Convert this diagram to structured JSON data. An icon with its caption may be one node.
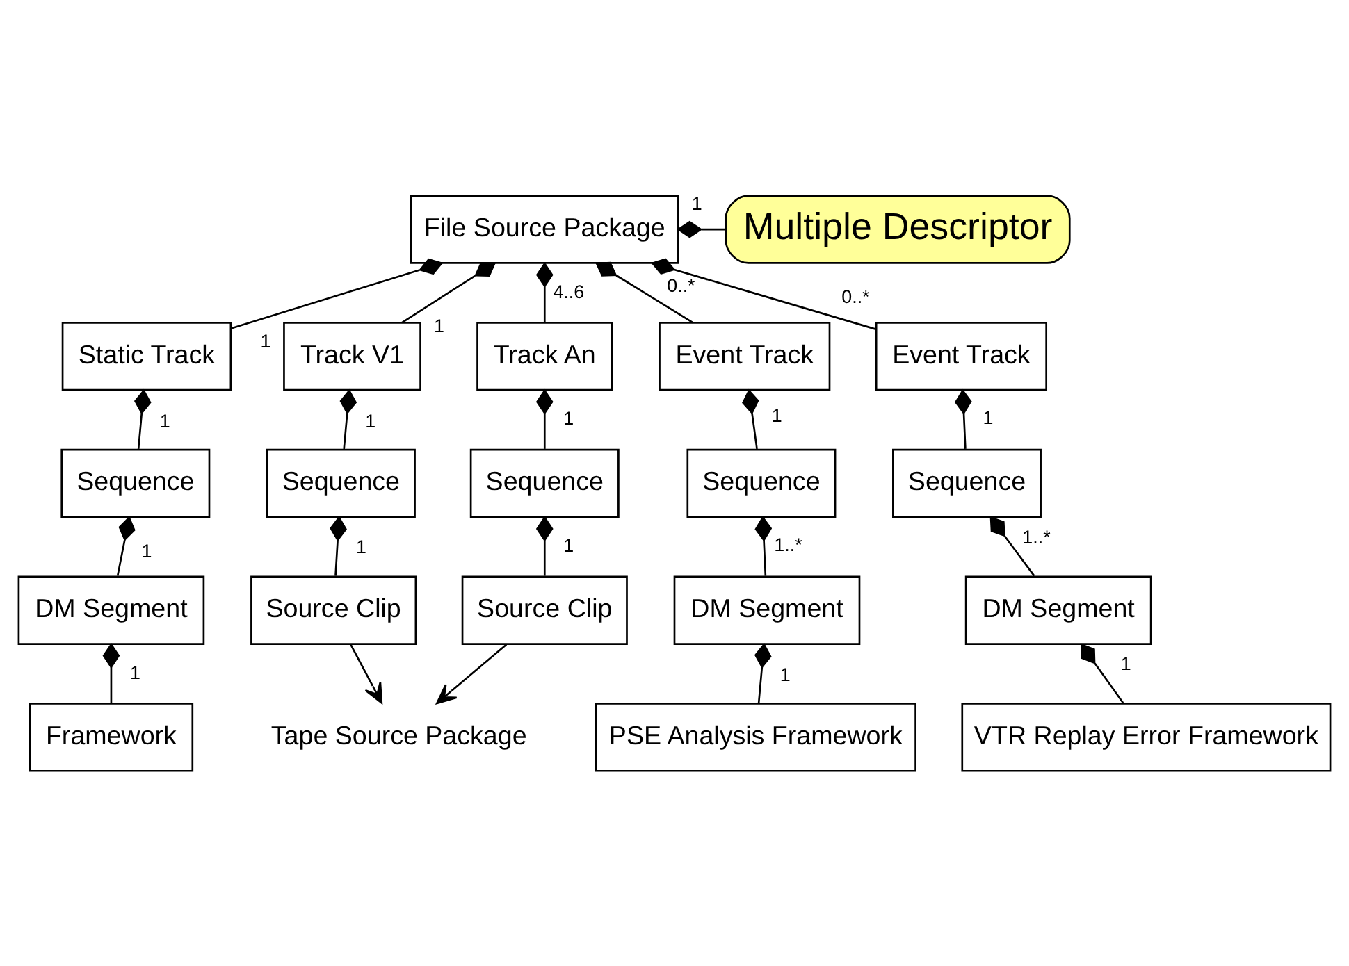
{
  "diagram": {
    "nodes": [
      {
        "text": [
          "File Source Package"
        ]
      },
      {
        "text": [
          "Multiple Descriptor"
        ]
      },
      {
        "text": [
          "Static Track"
        ]
      },
      {
        "text": [
          "Track V1"
        ]
      },
      {
        "text": [
          "Track An"
        ]
      },
      {
        "text": [
          "Event Track"
        ]
      },
      {
        "text": [
          "Event Track"
        ]
      },
      {
        "text": [
          "Sequence"
        ]
      },
      {
        "text": [
          "Sequence"
        ]
      },
      {
        "text": [
          "Sequence"
        ]
      },
      {
        "text": [
          "Sequence"
        ]
      },
      {
        "text": [
          "Sequence"
        ]
      },
      {
        "text": [
          "DM Segment"
        ]
      },
      {
        "text": [
          "Source Clip"
        ]
      },
      {
        "text": [
          "Source Clip"
        ]
      },
      {
        "text": [
          "DM Segment"
        ]
      },
      {
        "text": [
          "DM Segment"
        ]
      },
      {
        "text": [
          "Framework"
        ]
      },
      {
        "text": [
          "PSE Analysis Framework"
        ]
      },
      {
        "text": [
          "VTR Replay Error Framework"
        ]
      },
      {
        "text": [
          "Tape Source Package"
        ]
      }
    ],
    "edges": [
      {
        "from": 0,
        "to": 1,
        "arrow": "other",
        "label": "1"
      },
      {
        "from": 0,
        "to": 2,
        "arrow": "other",
        "label": "1"
      },
      {
        "from": 0,
        "to": 3,
        "arrow": "other",
        "label": "1"
      },
      {
        "from": 0,
        "to": 4,
        "arrow": "other",
        "label": "4..6"
      },
      {
        "from": 0,
        "to": 5,
        "arrow": "other",
        "label": "0..*"
      },
      {
        "from": 0,
        "to": 6,
        "arrow": "other",
        "label": "0..*"
      },
      {
        "from": 2,
        "to": 7,
        "arrow": "other",
        "label": "1"
      },
      {
        "from": 3,
        "to": 8,
        "arrow": "other",
        "label": "1"
      },
      {
        "from": 4,
        "to": 9,
        "arrow": "other",
        "label": "1"
      },
      {
        "from": 5,
        "to": 10,
        "arrow": "other",
        "label": "1"
      },
      {
        "from": 6,
        "to": 11,
        "arrow": "other",
        "label": "1"
      },
      {
        "from": 7,
        "to": 12,
        "arrow": "other",
        "label": "1"
      },
      {
        "from": 8,
        "to": 13,
        "arrow": "other",
        "label": "1"
      },
      {
        "from": 9,
        "to": 14,
        "arrow": "other",
        "label": "1"
      },
      {
        "from": 10,
        "to": 15,
        "arrow": "other",
        "label": "1..*"
      },
      {
        "from": 11,
        "to": 16,
        "arrow": "other",
        "label": "1..*"
      },
      {
        "from": 12,
        "to": 17,
        "arrow": "other",
        "label": "1"
      },
      {
        "from": 15,
        "to": 18,
        "arrow": "other",
        "label": "1"
      },
      {
        "from": 16,
        "to": 19,
        "arrow": "other",
        "label": "1"
      },
      {
        "from": 13,
        "to": 20,
        "arrow": "to"
      },
      {
        "from": 14,
        "to": 20,
        "arrow": "to"
      }
    ]
  }
}
